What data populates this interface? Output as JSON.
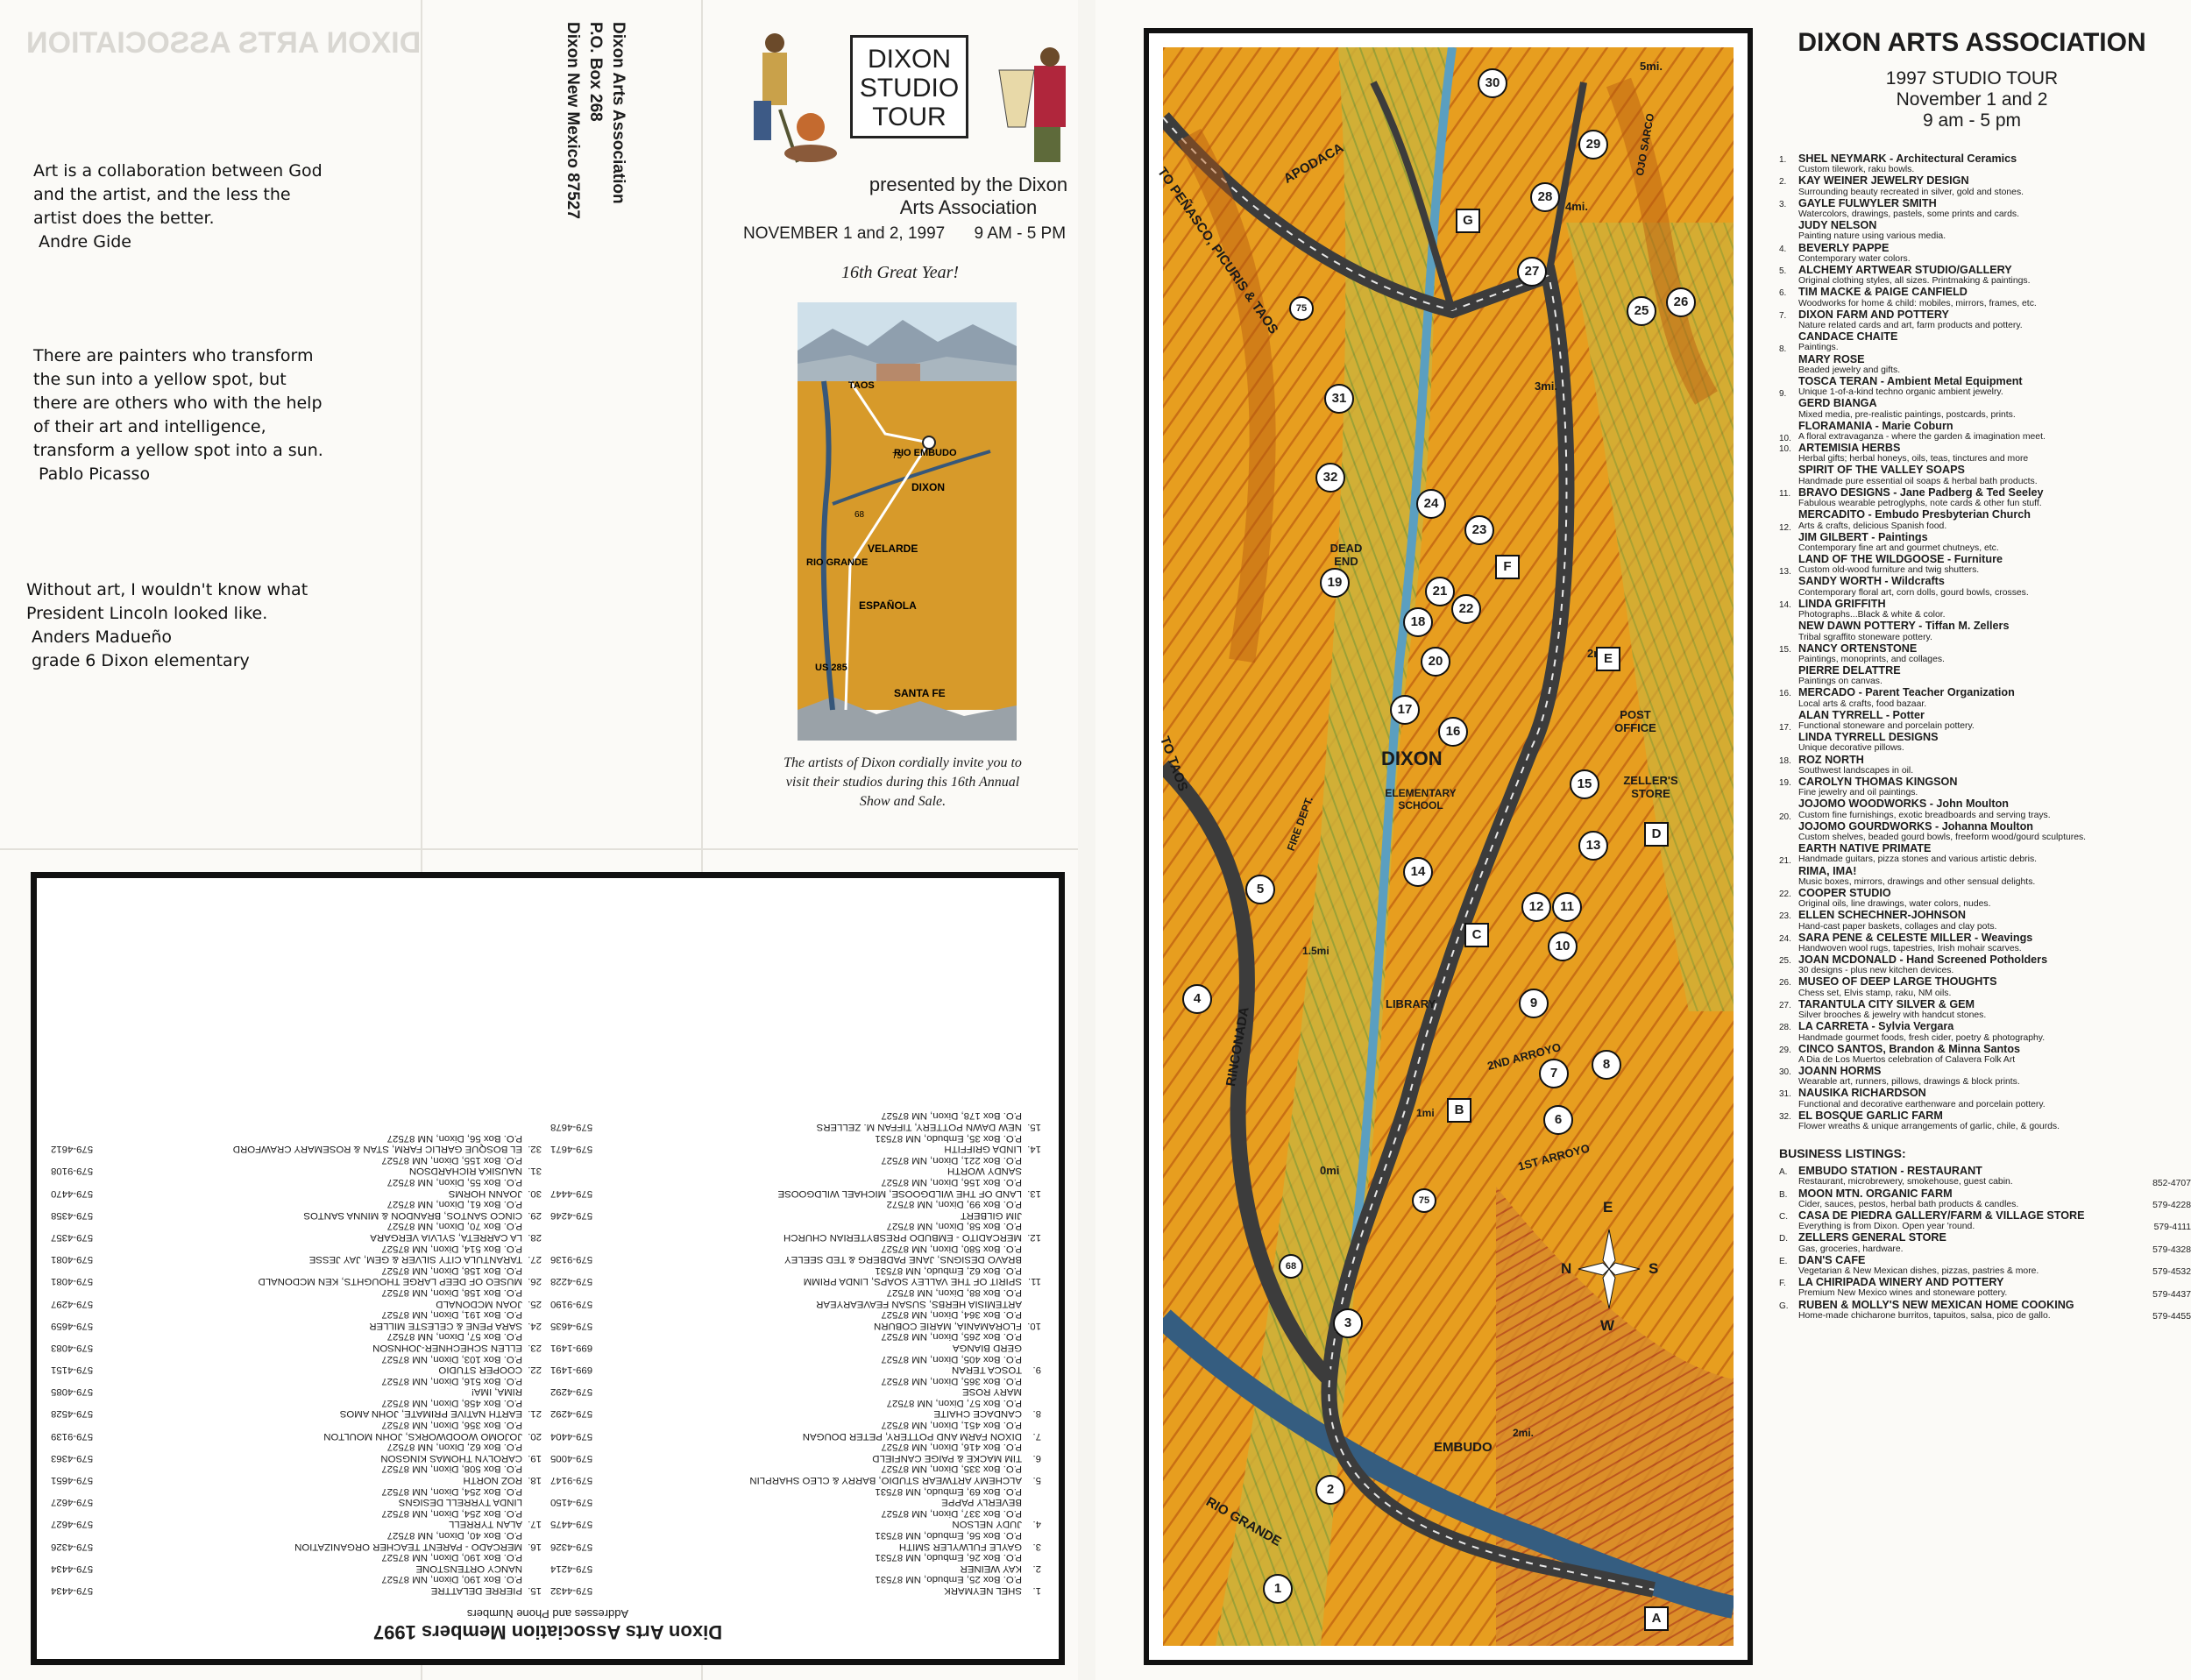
{
  "quotes": [
    {
      "text": "Art is a collaboration between God and the artist, and the less the artist does the better.",
      "author": "Andre Gide"
    },
    {
      "text": "There are painters who transform the sun into a yellow spot, but there are others who with the help of their art and intelligence, transform a yellow spot into a sun.",
      "author": "Pablo Picasso"
    },
    {
      "text": "Without art, I wouldn't know what President Lincoln looked like.",
      "author": "Anders Madueño",
      "author2": "grade 6 Dixon elementary"
    }
  ],
  "return_address": [
    "Dixon Arts Association",
    "P.O. Box 268",
    "Dixon New Mexico  87527"
  ],
  "ghost_header": "DIXON ARTS ASSOCIATION",
  "cover": {
    "title": [
      "DIXON",
      "STUDIO",
      "TOUR"
    ],
    "presented": "presented by the Dixon Arts Association",
    "dates": "NOVEMBER 1 and 2, 1997",
    "time": "9 AM - 5 PM",
    "great": "16th Great Year!",
    "map_labels": [
      "TAOS",
      "RIO EMBUDO",
      "RIO GRANDE",
      "DIXON",
      "VELARDE",
      "ESPAÑOLA",
      "US 285",
      "SANTA FE",
      "75",
      "68"
    ],
    "invite": "The artists of Dixon cordially invite you to visit their studios during this 16th Annual Show and Sale."
  },
  "members": {
    "title": "Dixon Arts Association Members 1997",
    "subtitle": "Addresses and Phone Numbers",
    "left": [
      {
        "no": "1.",
        "name": "Shel Neymark",
        "addr": "P.O. Box 25, Embudo, NM 87531",
        "phone": "579-4432"
      },
      {
        "no": "2.",
        "name": "Kay Weiner",
        "addr": "P.O. Box 26, Embudo, NM 87531",
        "phone": "579-4214"
      },
      {
        "no": "3.",
        "name": "Gayle Fulwyler Smith",
        "addr": "P.O. Box 56, Embudo, NM 87531",
        "phone": "579-4326"
      },
      {
        "no": "4.",
        "name": "Judy Nelson",
        "addr": "P.O. Box 337, Dixon, NM 87527",
        "phone": "579-4475"
      },
      {
        "no": "",
        "name": "Beverly Pappe",
        "addr": "P.O. Box 69, Embudo, NM 87531",
        "phone": "579-4150"
      },
      {
        "no": "5.",
        "name": "Alchemy Artwear Studio, Barry & Cleo Sharplin",
        "addr": "P.O. Box 335, Dixon, NM 87527",
        "phone": "579-9147"
      },
      {
        "no": "6.",
        "name": "Tim Macke & Paige Canfield",
        "addr": "P.O. Box 416, Dixon, NM 87527",
        "phone": "579-4005"
      },
      {
        "no": "7.",
        "name": "Dixon Farm and Pottery, Peter Dougan",
        "addr": "P.O. Box 451, Dixon, NM 87527",
        "phone": "579-4404"
      },
      {
        "no": "8.",
        "name": "Candace Chaite",
        "addr": "P.O. Box 57, Dixon, NM 87527",
        "phone": "579-4292"
      },
      {
        "no": "",
        "name": "Mary Rose",
        "addr": "P.O. Box 365, Dixon, NM 87527",
        "phone": "579-4292"
      },
      {
        "no": "9.",
        "name": "Tosca Teran",
        "addr": "P.O. Box 405, Dixon, NM 87527",
        "phone": "699-1491"
      },
      {
        "no": "",
        "name": "Gerd Bianga",
        "addr": "P.O. Box 265, Dixon, NM 87527",
        "phone": "699-1491"
      },
      {
        "no": "10.",
        "name": "Floramania, Marie Coburn",
        "addr": "P.O. Box 364, Dixon, NM 87527",
        "phone": "579-4635"
      },
      {
        "no": "",
        "name": "Artemisia Herbs, Susan Feavearyear",
        "addr": "P.O. Box 88, Dixon, NM 87527",
        "phone": "579-9190"
      },
      {
        "no": "11.",
        "name": "Spirit of the Valley Soaps, Linda Primm",
        "addr": "P.O. Box 62, Embudo, NM 87531",
        "phone": "579-4228"
      },
      {
        "no": "",
        "name": "Bravo Designs, Jane Padberg & Ted Seeley",
        "addr": "P.O. Box 580, Dixon, NM 87527",
        "phone": "579-9136"
      },
      {
        "no": "12.",
        "name": "Mercadito - Embudo Presbyterian Church",
        "addr": "P.O. Box 58, Dixon, NM 87527",
        "phone": ""
      },
      {
        "no": "",
        "name": "Jim Gilbert",
        "addr": "P.O. Box 99, Dixon, NM 87572",
        "phone": "579-4246"
      },
      {
        "no": "13.",
        "name": "Land of the Wildgoose, Michael Wildgoose",
        "addr": "P.O. Box 156, Dixon, NM 87527",
        "phone": "579-4447"
      },
      {
        "no": "",
        "name": "Sandy Worth",
        "addr": "P.O. Box 221, Dixon, NM 87527",
        "phone": ""
      },
      {
        "no": "14.",
        "name": "Linda Griffith",
        "addr": "P.O. Box 35, Embudo, NM 87531",
        "phone": "579-4671"
      },
      {
        "no": "15.",
        "name": "New Dawn Pottery, Tiffan M. Zellers",
        "addr": "P.O. Box 178, Dixon, NM 87527",
        "phone": "579-4678"
      }
    ],
    "right": [
      {
        "no": "15.",
        "name": "Pierre Delattre",
        "addr": "P.O. Box 190, Dixon, NM 87527",
        "phone": "579-4434"
      },
      {
        "no": "",
        "name": "Nancy Ortenstone",
        "addr": "P.O. Box 190, Dixon, NM 87527",
        "phone": "579-4434"
      },
      {
        "no": "16.",
        "name": "Mercado - Parent Teacher Organization",
        "addr": "P.O. Box 40, Dixon, NM 87527",
        "phone": "579-4326"
      },
      {
        "no": "17.",
        "name": "Alan Tyrrell",
        "addr": "P.O. Box 254, Dixon, NM 87527",
        "phone": "579-4627"
      },
      {
        "no": "",
        "name": "Linda Tyrrell Designs",
        "addr": "P.O. Box 254, Dixon, NM 87527",
        "phone": "579-4627"
      },
      {
        "no": "18.",
        "name": "Roz North",
        "addr": "P.O. Box 508, Dixon, NM 87527",
        "phone": "579-4651"
      },
      {
        "no": "19.",
        "name": "Carolyn Thomas Kingson",
        "addr": "P.O. Box 62, Dixon, NM 87527",
        "phone": "579-4363"
      },
      {
        "no": "20.",
        "name": "Jojomo Woodworks, John Moulton",
        "addr": "P.O. Box 356, Dixon, NM 87527",
        "phone": "579-9139"
      },
      {
        "no": "21.",
        "name": "Earth Native Primate, John Amos",
        "addr": "P.O. Box 458, Dixon, NM 87527",
        "phone": "579-4528"
      },
      {
        "no": "",
        "name": "Rima, Ima!",
        "addr": "P.O. Box 516, Dixon, NM 87527",
        "phone": "579-4085"
      },
      {
        "no": "22.",
        "name": "Cooper Studio",
        "addr": "P.O. Box 103, Dixon, NM 87527",
        "phone": "579-4151"
      },
      {
        "no": "23.",
        "name": "Ellen Schechner-Johnson",
        "addr": "P.O. Box 57, Dixon, NM 87527",
        "phone": "579-4083"
      },
      {
        "no": "24.",
        "name": "Sara Pene & Celeste Miller",
        "addr": "P.O. Box 191, Dixon, NM 87527",
        "phone": "579-4659"
      },
      {
        "no": "25.",
        "name": "Joan McDonald",
        "addr": "P.O. Box 158, Dixon, NM 87527",
        "phone": "579-4297"
      },
      {
        "no": "26.",
        "name": "Museo of Deep Large Thoughts, Ken McDonald",
        "addr": "P.O. Box 158, Dixon, NM 87527",
        "phone": "579-4081"
      },
      {
        "no": "27.",
        "name": "Tarantula City Silver & Gem, Jay Jesse",
        "addr": "P.O. Box 514, Dixon, NM 87527",
        "phone": "579-4081"
      },
      {
        "no": "28.",
        "name": "La Carreta, Sylvia Vergara",
        "addr": "P.O. Box 70, Dixon, NM 87527",
        "phone": "579-4357"
      },
      {
        "no": "29.",
        "name": "Cinco Santos, Brandon & Minna Santos",
        "addr": "P.O. Box 61, Dixon, NM 87527",
        "phone": "579-4358"
      },
      {
        "no": "30.",
        "name": "Joann Horms",
        "addr": "P.O. Box 55, Dixon, NM 87527",
        "phone": "579-4470"
      },
      {
        "no": "31.",
        "name": "Nausika Richardson",
        "addr": "P.O. Box 155, Dixon, NM 87527",
        "phone": "579-9108"
      },
      {
        "no": "32.",
        "name": "El Bosque Garlic Farm, Stan & Rosemary Crawford",
        "addr": "P.O. Box 56, Dixon, NM 87527",
        "phone": "579-4612"
      }
    ]
  },
  "map": {
    "labels": [
      "TO PEÑASCO, PICURIS & TAOS",
      "APODACA",
      "TO TAOS",
      "DEAD END",
      "DIXON",
      "ELEMENTARY SCHOOL",
      "POST OFFICE",
      "ZELLER'S STORE",
      "FIRE DEPT.",
      "LIBRARY",
      "2ND ARROYO",
      "1ST ARROYO",
      "RINCONADA",
      "EMBUDO",
      "RIO GRANDE",
      "OJO SARCO"
    ],
    "distances": [
      "5mi.",
      "4mi.",
      "3mi.",
      "2mi.",
      "1.5mi",
      "1mi",
      "0mi",
      "2mi."
    ],
    "roads": [
      "75",
      "68"
    ],
    "pins": [
      "1",
      "2",
      "3",
      "4",
      "5",
      "6",
      "7",
      "8",
      "9",
      "10",
      "11",
      "12",
      "13",
      "14",
      "15",
      "16",
      "17",
      "18",
      "19",
      "20",
      "21",
      "22",
      "23",
      "24",
      "25",
      "26",
      "27",
      "28",
      "29",
      "30",
      "31",
      "32"
    ],
    "business_markers": [
      "A",
      "B",
      "C",
      "D",
      "E",
      "F",
      "G"
    ],
    "compass": [
      "E",
      "N",
      "S",
      "W"
    ]
  },
  "listing": {
    "title": "DIXON ARTS ASSOCIATION",
    "sub1": "1997 STUDIO TOUR",
    "sub2": "November 1 and 2",
    "sub3": "9 am - 5 pm",
    "studios": [
      {
        "no": "1.",
        "name": "SHEL NEYMARK - Architectural Ceramics",
        "desc": "Custom tilework, raku bowls."
      },
      {
        "no": "2.",
        "name": "KAY WEINER JEWELRY DESIGN",
        "desc": "Surrounding beauty recreated in silver, gold and stones."
      },
      {
        "no": "3.",
        "name": "GAYLE FULWYLER SMITH",
        "desc": "Watercolors, drawings, pastels, some prints and cards."
      },
      {
        "no": "",
        "name": "JUDY NELSON",
        "desc": "Painting nature using various media."
      },
      {
        "no": "4.",
        "name": "BEVERLY PAPPE",
        "desc": "Contemporary water colors."
      },
      {
        "no": "5.",
        "name": "ALCHEMY ARTWEAR STUDIO/GALLERY",
        "desc": "Original clothing styles, all sizes. Printmaking & paintings."
      },
      {
        "no": "6.",
        "name": "TIM MACKE & PAIGE CANFIELD",
        "desc": "Woodworks for home & child: mobiles, mirrors, frames, etc."
      },
      {
        "no": "7.",
        "name": "DIXON FARM AND POTTERY",
        "desc": "Nature related cards and art, farm products and pottery."
      },
      {
        "no": "",
        "name": "CANDACE CHAITE",
        "desc": ""
      },
      {
        "no": "8.",
        "name": "",
        "desc": "Paintings."
      },
      {
        "no": "",
        "name": "MARY ROSE",
        "desc": "Beaded jewelry and gifts."
      },
      {
        "no": "",
        "name": "TOSCA TERAN - Ambient Metal Equipment",
        "desc": ""
      },
      {
        "no": "9.",
        "name": "",
        "desc": "Unique 1-of-a-kind techno organic ambient jewelry."
      },
      {
        "no": "",
        "name": "GERD BIANGA",
        "desc": "Mixed media, pre-realistic paintings, postcards, prints."
      },
      {
        "no": "",
        "name": "FLORAMANIA - Marie Coburn",
        "desc": ""
      },
      {
        "no": "10.",
        "name": "",
        "desc": "A floral extravaganza - where the garden & imagination meet."
      },
      {
        "no": "10.",
        "name": "ARTEMISIA HERBS",
        "desc": "Herbal gifts; herbal honeys, oils, teas, tinctures and more"
      },
      {
        "no": "",
        "name": "SPIRIT OF THE VALLEY SOAPS",
        "desc": "Handmade pure essential oil soaps & herbal bath products."
      },
      {
        "no": "11.",
        "name": "BRAVO DESIGNS - Jane Padberg & Ted Seeley",
        "desc": "Fabulous wearable petroglyphs, note cards & other fun stuff."
      },
      {
        "no": "",
        "name": "MERCADITO - Embudo Presbyterian Church",
        "desc": ""
      },
      {
        "no": "12.",
        "name": "",
        "desc": "Arts & crafts, delicious Spanish food."
      },
      {
        "no": "",
        "name": "JIM GILBERT - Paintings",
        "desc": "Contemporary fine art and gourmet chutneys, etc."
      },
      {
        "no": "",
        "name": "LAND OF THE WILDGOOSE - Furniture",
        "desc": ""
      },
      {
        "no": "13.",
        "name": "",
        "desc": "Custom old-wood furniture and twig shutters."
      },
      {
        "no": "",
        "name": "SANDY WORTH - Wildcrafts",
        "desc": "Contemporary floral art, corn dolls, gourd bowls, crosses."
      },
      {
        "no": "14.",
        "name": "LINDA GRIFFITH",
        "desc": "Photographs...Black & white & color."
      },
      {
        "no": "",
        "name": "NEW DAWN POTTERY - Tiffan M. Zellers",
        "desc": "Tribal sgraffito stoneware pottery."
      },
      {
        "no": "15.",
        "name": "NANCY ORTENSTONE",
        "desc": "Paintings, monoprints, and collages."
      },
      {
        "no": "",
        "name": "PIERRE DELATTRE",
        "desc": "Paintings on canvas."
      },
      {
        "no": "16.",
        "name": "MERCADO - Parent Teacher Organization",
        "desc": "Local arts & crafts, food bazaar."
      },
      {
        "no": "",
        "name": "ALAN TYRRELL - Potter",
        "desc": ""
      },
      {
        "no": "17.",
        "name": "",
        "desc": "Functional stoneware and porcelain pottery."
      },
      {
        "no": "",
        "name": "LINDA TYRRELL DESIGNS",
        "desc": "Unique decorative pillows."
      },
      {
        "no": "18.",
        "name": "ROZ NORTH",
        "desc": "Southwest landscapes in oil."
      },
      {
        "no": "19.",
        "name": "CAROLYN THOMAS KINGSON",
        "desc": "Fine jewelry and oil paintings."
      },
      {
        "no": "",
        "name": "JOJOMO WOODWORKS - John Moulton",
        "desc": ""
      },
      {
        "no": "20.",
        "name": "",
        "desc": "Custom fine furnishings, exotic breadboards and serving trays."
      },
      {
        "no": "",
        "name": "JOJOMO GOURDWORKS - Johanna Moulton",
        "desc": "Custom shelves, beaded gourd bowls, freeform wood/gourd sculptures."
      },
      {
        "no": "",
        "name": "EARTH NATIVE PRIMATE",
        "desc": ""
      },
      {
        "no": "21.",
        "name": "",
        "desc": "Handmade guitars, pizza stones and various artistic debris."
      },
      {
        "no": "",
        "name": "RIMA, IMA!",
        "desc": "Music boxes, mirrors, drawings and other sensual delights."
      },
      {
        "no": "22.",
        "name": "COOPER STUDIO",
        "desc": "Original oils, line drawings, water colors, nudes."
      },
      {
        "no": "23.",
        "name": "ELLEN SCHECHNER-JOHNSON",
        "desc": "Hand-cast paper baskets, collages and clay pots."
      },
      {
        "no": "24.",
        "name": "SARA PENE & CELESTE MILLER - Weavings",
        "desc": "Handwoven wool rugs, tapestries, Irish mohair scarves."
      },
      {
        "no": "25.",
        "name": "JOAN MCDONALD - Hand Screened Potholders",
        "desc": "30 designs - plus new kitchen devices."
      },
      {
        "no": "26.",
        "name": "MUSEO OF DEEP LARGE THOUGHTS",
        "desc": "Chess set, Elvis stamp, raku, NM oils."
      },
      {
        "no": "27.",
        "name": "TARANTULA CITY SILVER & GEM",
        "desc": "Silver brooches & jewelry with handcut stones."
      },
      {
        "no": "28.",
        "name": "LA CARRETA - Sylvia Vergara",
        "desc": "Handmade gourmet foods, fresh cider, poetry & photography."
      },
      {
        "no": "29.",
        "name": "CINCO SANTOS, Brandon & Minna Santos",
        "desc": "A Dia de Los Muertos celebration of Calavera Folk Art"
      },
      {
        "no": "30.",
        "name": "JOANN HORMS",
        "desc": "Wearable art, runners, pillows, drawings & block prints."
      },
      {
        "no": "31.",
        "name": "NAUSIKA RICHARDSON",
        "desc": "Functional and decorative earthenware and porcelain pottery."
      },
      {
        "no": "32.",
        "name": "EL BOSQUE GARLIC FARM",
        "desc": "Flower wreaths & unique arrangements of garlic, chile, & gourds."
      }
    ],
    "business_heading": "BUSINESS LISTINGS:",
    "business": [
      {
        "no": "A.",
        "name": "EMBUDO STATION - RESTAURANT",
        "desc": "Restaurant, microbrewery, smokehouse, guest cabin.",
        "phone": "852-4707"
      },
      {
        "no": "B.",
        "name": "MOON MTN. ORGANIC FARM",
        "desc": "Cider, sauces, pestos, herbal bath products & candles.",
        "phone": "579-4228"
      },
      {
        "no": "C.",
        "name": "CASA DE PIEDRA GALLERY/FARM & VILLAGE STORE",
        "desc": "Everything is from Dixon. Open year 'round.",
        "phone": "579-4111"
      },
      {
        "no": "D.",
        "name": "ZELLERS GENERAL STORE",
        "desc": "Gas, groceries, hardware.",
        "phone": "579-4328"
      },
      {
        "no": "E.",
        "name": "DAN'S CAFE",
        "desc": "Vegetarian & New Mexican dishes, pizzas, pastries & more.",
        "phone": "579-4532"
      },
      {
        "no": "F.",
        "name": "LA CHIRIPADA WINERY AND POTTERY",
        "desc": "Premium New Mexico wines and stoneware pottery.",
        "phone": "579-4437"
      },
      {
        "no": "G.",
        "name": "RUBEN & MOLLY'S NEW MEXICAN HOME COOKING",
        "desc": "Home-made chicharone burritos, tapuitos, salsa, pico de gallo.",
        "phone": "579-4455"
      }
    ]
  }
}
